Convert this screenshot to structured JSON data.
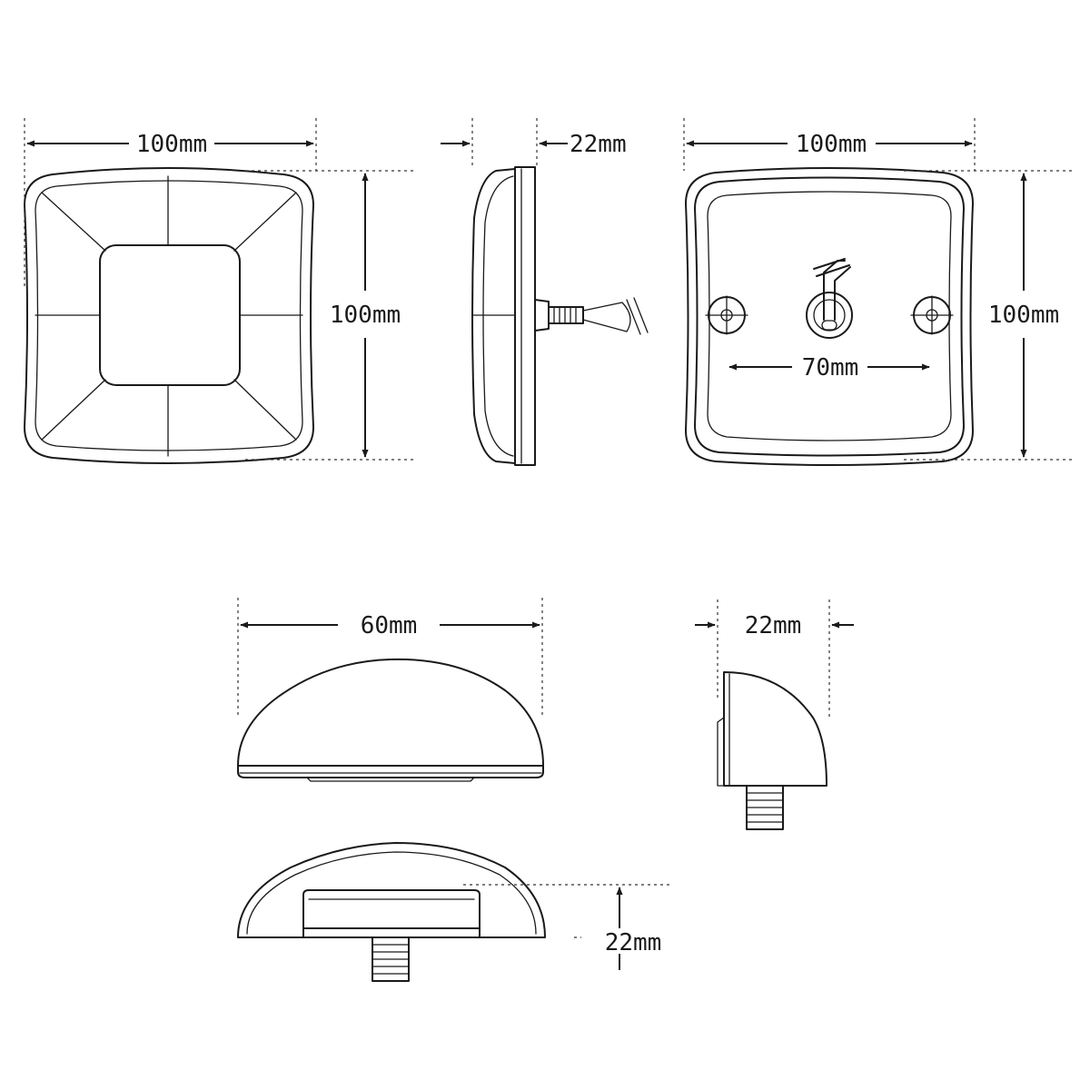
{
  "views": {
    "front": {
      "width_label": "100mm",
      "height_label": "100mm"
    },
    "side": {
      "depth_label": "22mm"
    },
    "rear": {
      "width_label": "100mm",
      "height_label": "100mm",
      "hole_spacing_label": "70mm"
    },
    "oval_front": {
      "width_label": "60mm"
    },
    "oval_side": {
      "depth_label": "22mm"
    },
    "oval_bottom": {
      "height_label": "22mm"
    }
  },
  "line_color": "#1a1a1a",
  "background": "#ffffff"
}
